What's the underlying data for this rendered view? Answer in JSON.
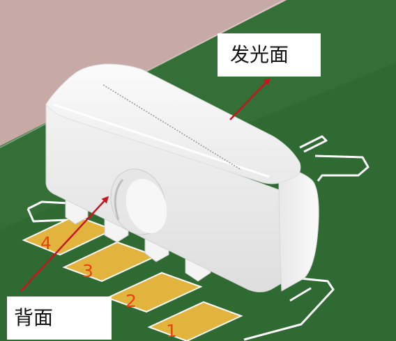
{
  "labels": {
    "top_callout": "发光面",
    "bottom_callout": "背面"
  },
  "pins": [
    "4",
    "3",
    "2",
    "1"
  ],
  "colors": {
    "pcb": "#2f6a33",
    "pcb_dark": "#275a2b",
    "housing": "#f3f3f3",
    "pad": "#e2b43d",
    "pin_number": "#e8420f",
    "arrow": "#c8141e",
    "silkscreen": "#ffffff",
    "background_top": "#c7a9a6"
  }
}
